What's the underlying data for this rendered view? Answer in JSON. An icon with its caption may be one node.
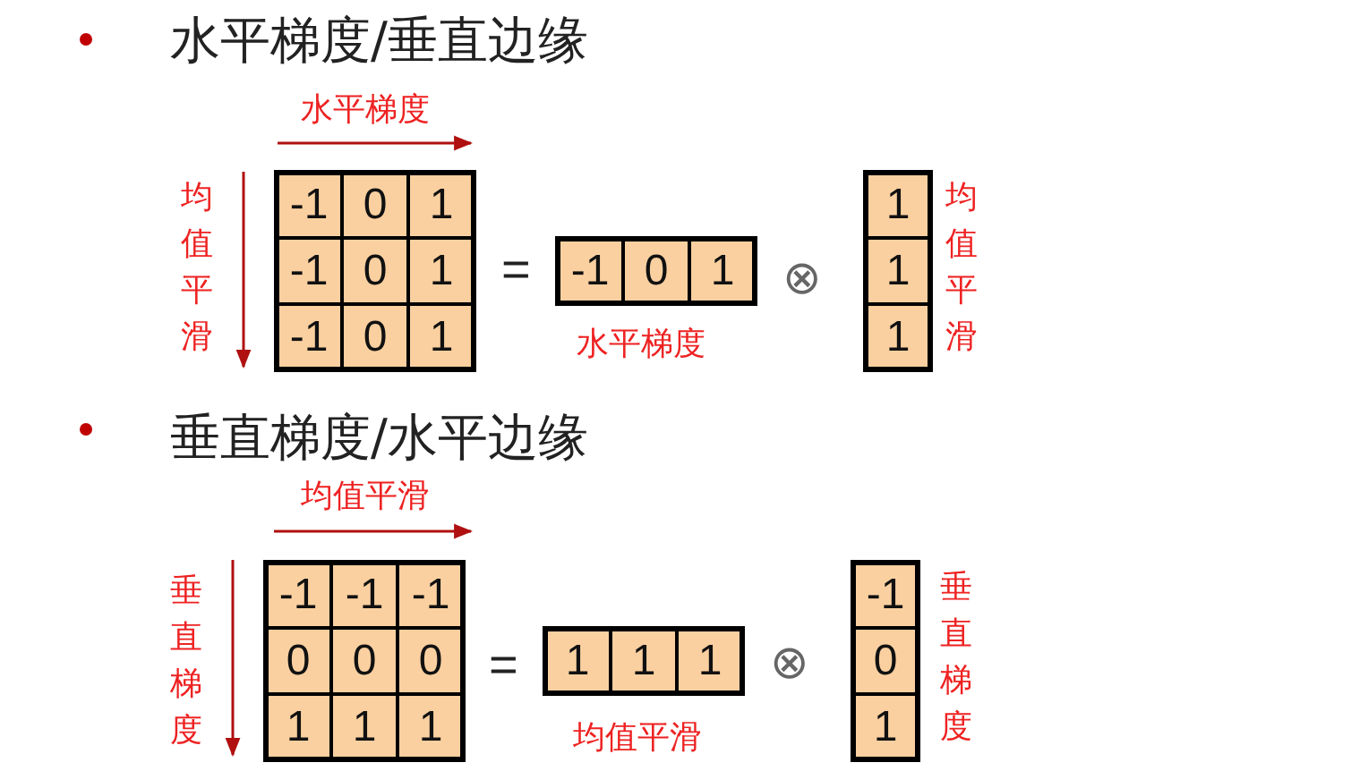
{
  "diagram": {
    "labels": [
      "水平梯度/垂直边缘",
      "水平梯度",
      "均值平滑",
      "-1",
      "0",
      "1",
      "-1",
      "0",
      "1",
      "-1",
      "0",
      "1",
      "=",
      "-1",
      "0",
      "1",
      "⊗",
      "1",
      "1",
      "1",
      "均值平滑",
      "水平梯度",
      "垂直梯度/水平边缘",
      "均值平滑",
      "垂直梯度",
      "-1",
      "-1",
      "-1",
      "0",
      "0",
      "0",
      "1",
      "1",
      "1",
      "=",
      "1",
      "1",
      "1",
      "⊗",
      "-1",
      "0",
      "1",
      "垂直梯度",
      "均值平滑"
    ]
  }
}
